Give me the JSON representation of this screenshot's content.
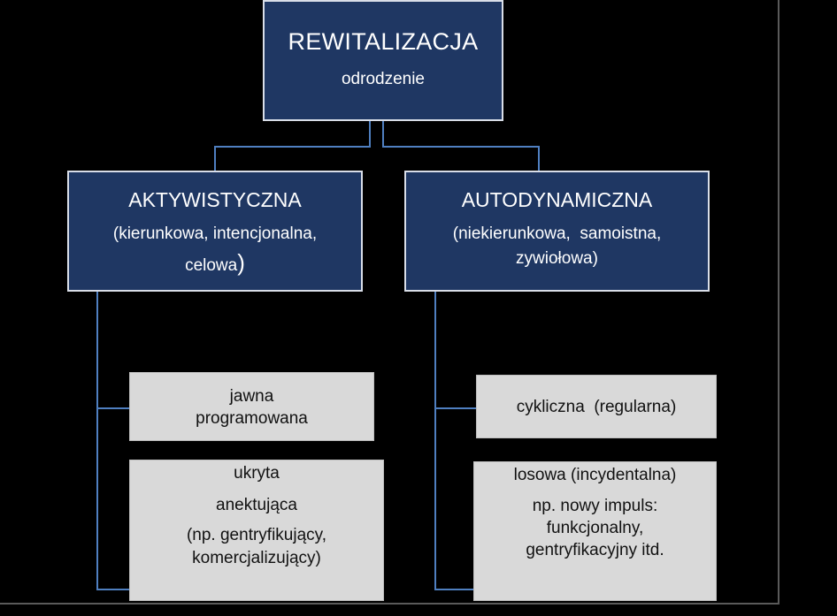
{
  "root": {
    "title": "REWITALIZACJA",
    "subtitle": "odrodzenie"
  },
  "left": {
    "title": "AKTYWISTYCZNA",
    "subtitle_line1": "(kierunkowa, intencjonalna,",
    "subtitle_line2": "celowa",
    "subtitle_close": ")",
    "children": [
      {
        "lines": [
          "jawna",
          "programowana"
        ]
      },
      {
        "lines": [
          "ukryta",
          "anektująca",
          "(np. gentryfikujący,",
          "komercjalizujący)"
        ]
      }
    ]
  },
  "right": {
    "title": "AUTODYNAMICZNA",
    "subtitle_line1": "(niekierunkowa,  samoistna,",
    "subtitle_line2": "zywiołowa)",
    "children": [
      {
        "lines": [
          "cykliczna  (regularna)"
        ]
      },
      {
        "lines": [
          "losowa (incydentalna)",
          "np. nowy impuls:",
          "funkcjonalny,",
          "gentryfikacyjny itd."
        ]
      }
    ]
  },
  "colors": {
    "navy": "#1f3763",
    "connector": "#4f7fc0",
    "grey_box": "#d9d9d9",
    "background": "#000000"
  }
}
